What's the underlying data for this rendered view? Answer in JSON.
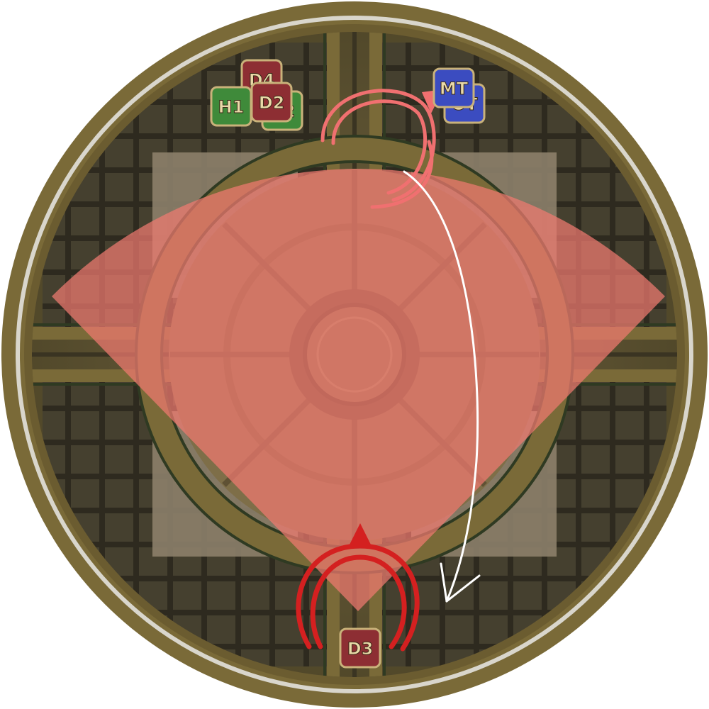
{
  "arena": {
    "shape": "circle",
    "floor_style": "ornate bronze tiled floor with concentric rings and spokes",
    "colors": {
      "rim": "#7a6a38",
      "rim_highlight": "#d9d6cc",
      "floor": "#5e5431",
      "tile": "#3e3a2c",
      "panel": "#8c806a",
      "inner_ring": "#6a5a38"
    }
  },
  "markers": [
    {
      "label": "D4",
      "role": "dps",
      "color": "#8d2e33",
      "state": "partially hidden"
    },
    {
      "label": "H2",
      "role": "healer",
      "color": "#3f8a3a",
      "state": "partially hidden"
    },
    {
      "label": "H1",
      "role": "healer",
      "color": "#3f8a3a"
    },
    {
      "label": "D2",
      "role": "dps",
      "color": "#8d2e33"
    },
    {
      "label": "OT",
      "role": "tank",
      "color": "#3b4cc0",
      "state": "partially hidden"
    },
    {
      "label": "MT",
      "role": "tank",
      "color": "#3b4cc0"
    },
    {
      "label": "D3",
      "role": "dps",
      "color": "#8d2e33"
    }
  ],
  "aoe": {
    "type": "cone",
    "color": "#f07a70",
    "opacity": 0.72
  },
  "rotation_indicators": [
    {
      "name": "upper",
      "color": "#f07070",
      "direction": "clockwise"
    },
    {
      "name": "lower",
      "color": "#d42020",
      "direction": "counter-clockwise"
    }
  ],
  "movement_arrow": {
    "color": "#ffffff",
    "description": "tank path from north to south"
  }
}
